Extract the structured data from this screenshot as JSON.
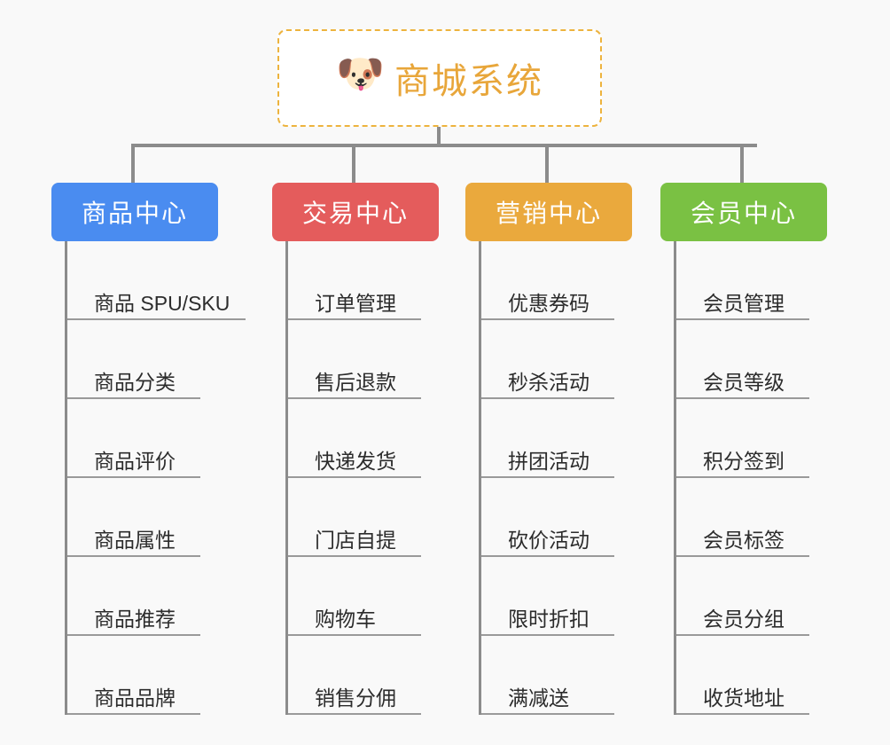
{
  "background_color": "#f9f9f9",
  "root": {
    "icon": "shiba-dog-face-emoji",
    "icon_glyph": "🐶",
    "title": "商城系统",
    "text_color": "#e8a63a",
    "border_color": "#edb33e"
  },
  "connector_color": "#8c8c8c",
  "columns": [
    {
      "title": "商品中心",
      "color": "#4a8cf0",
      "items": [
        "商品 SPU/SKU",
        "商品分类",
        "商品评价",
        "商品属性",
        "商品推荐",
        "商品品牌"
      ]
    },
    {
      "title": "交易中心",
      "color": "#e45c5c",
      "items": [
        "订单管理",
        "售后退款",
        "快递发货",
        "门店自提",
        "购物车",
        "销售分佣"
      ]
    },
    {
      "title": "营销中心",
      "color": "#eaa93d",
      "items": [
        "优惠券码",
        "秒杀活动",
        "拼团活动",
        "砍价活动",
        "限时折扣",
        "满减送"
      ]
    },
    {
      "title": "会员中心",
      "color": "#7ac143",
      "items": [
        "会员管理",
        "会员等级",
        "积分签到",
        "会员标签",
        "会员分组",
        "收货地址"
      ]
    }
  ]
}
